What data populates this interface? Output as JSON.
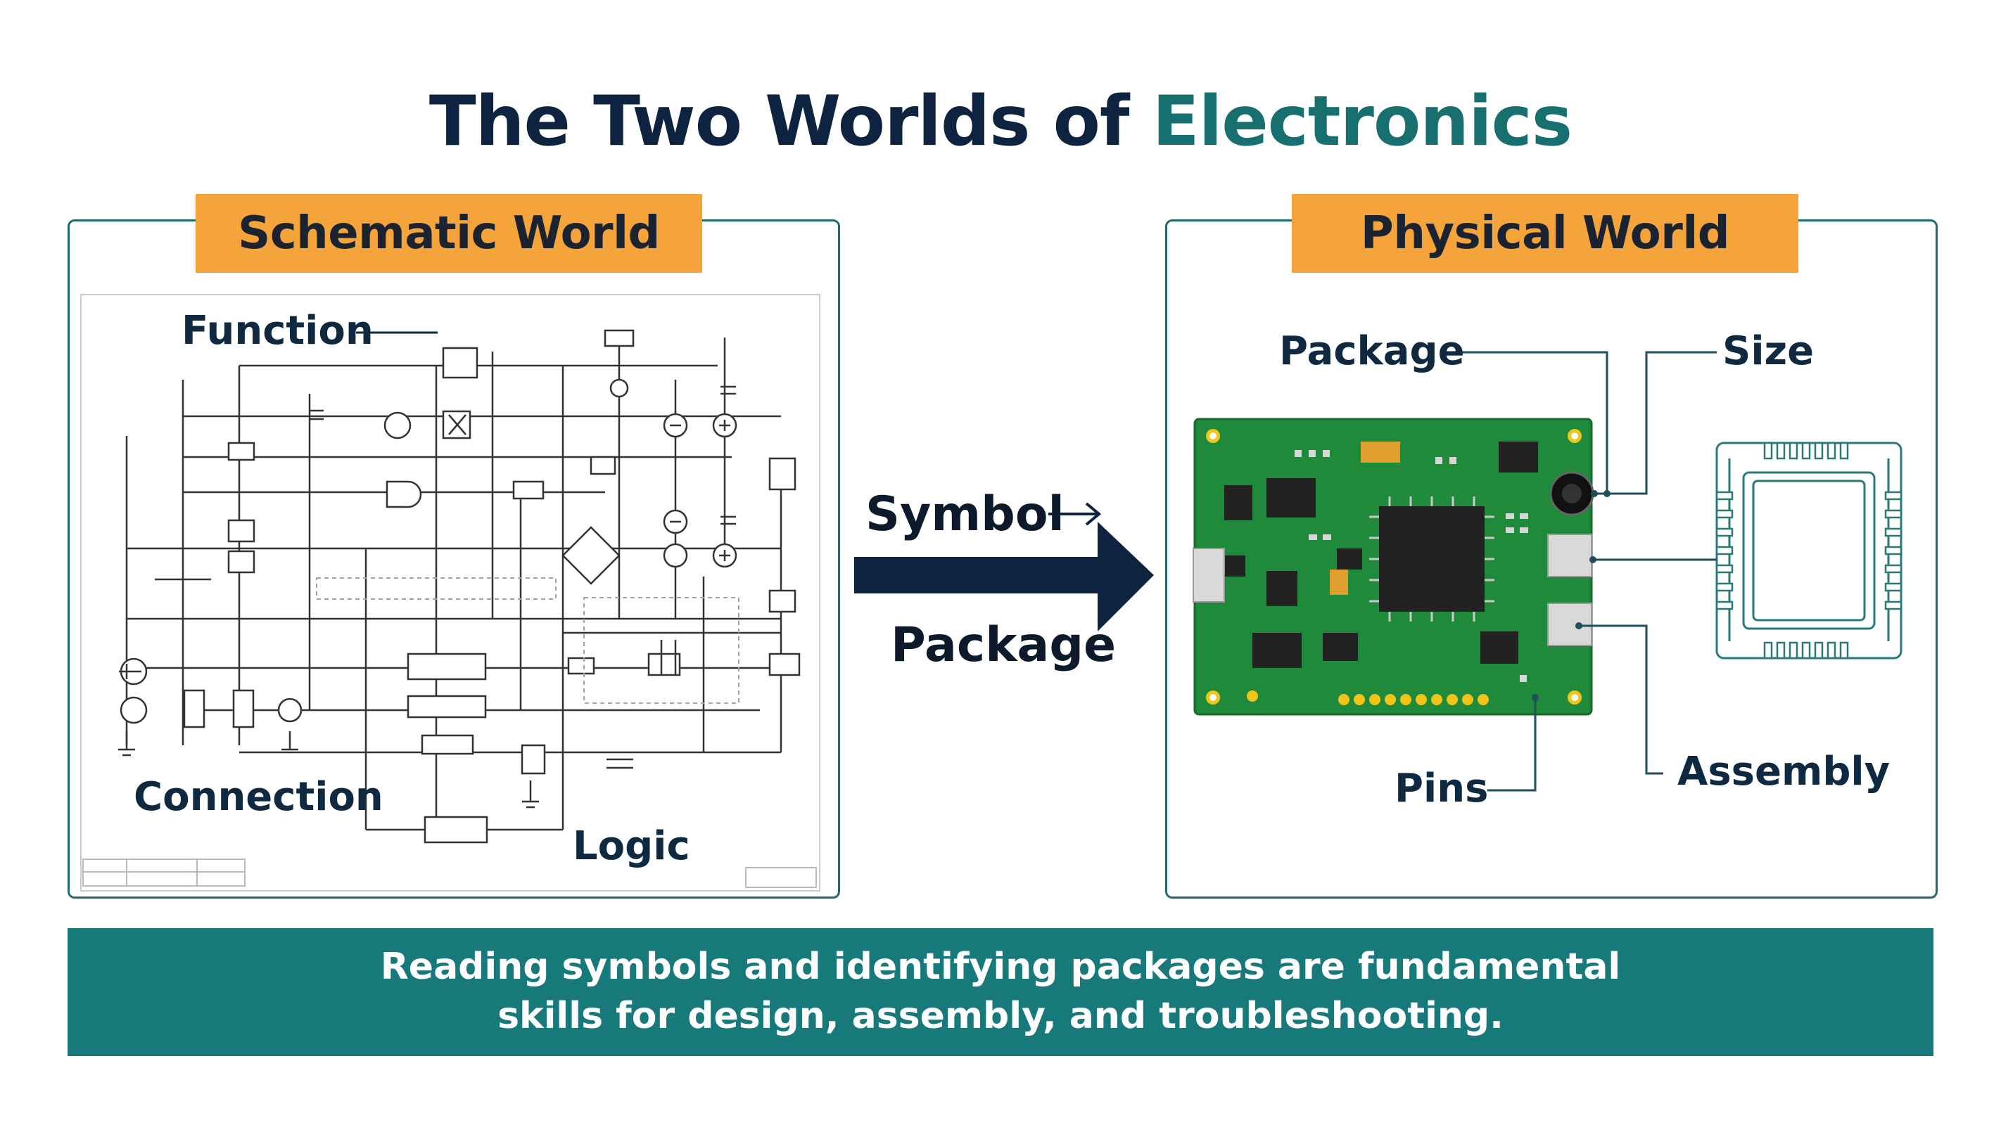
{
  "title": {
    "main": "The Two Worlds of",
    "accent": "Electronics"
  },
  "schematic": {
    "tab": "Schematic World",
    "labels": {
      "function": "Function",
      "connection": "Connection",
      "logic": "Logic"
    }
  },
  "middle": {
    "symbol": "Symbol",
    "package": "Package"
  },
  "physical": {
    "tab": "Physical World",
    "labels": {
      "package": "Package",
      "size": "Size",
      "pins": "Pins",
      "assembly": "Assembly"
    }
  },
  "banner": {
    "line1": "Reading symbols and identifying packages are fundamental",
    "line2": "skills for design, assembly, and troubleshooting."
  },
  "colors": {
    "navy": "#0e2340",
    "teal": "#17706f",
    "orange": "#f4a43a",
    "pcb_green": "#1f8a3a",
    "banner": "#17797a"
  }
}
